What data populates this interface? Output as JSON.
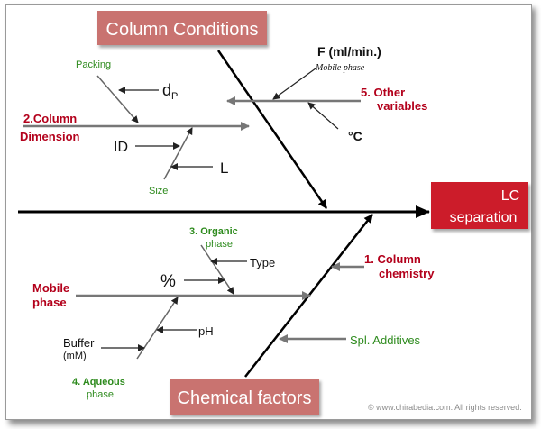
{
  "header": {
    "top_box": "Column Conditions",
    "bottom_box": "Chemical factors",
    "effect_line1": "LC",
    "effect_line2": "separation"
  },
  "causes": {
    "column_dimension_1": "2.Column",
    "column_dimension_2": "Dimension",
    "other_variables_1": "5. Other",
    "other_variables_2": "variables",
    "mobile_phase_1": "Mobile",
    "mobile_phase_2": "phase",
    "column_chemistry_1": "1. Column",
    "column_chemistry_2": "chemistry"
  },
  "sub_causes": {
    "packing": "Packing",
    "dp_main": "d",
    "dp_sub": "P",
    "id": "ID",
    "length": "L",
    "size": "Size",
    "flow_main": "F (ml/min.)",
    "flow_sub": "Mobile phase",
    "temperature": "°C",
    "organic_1": "3. Organic",
    "organic_2": "phase",
    "type": "Type",
    "percent": "%",
    "ph": "pH",
    "buffer_1": "Buffer",
    "buffer_2": "(mM)",
    "aqueous_1": "4. Aqueous",
    "aqueous_2": "phase",
    "additives": "Spl. Additives"
  },
  "footer": {
    "copyright": "© www.chirabedia.com. All rights reserved."
  },
  "colors": {
    "header_box": "#c9736f",
    "effect_box": "#cc1f2c",
    "cause_red": "#b3001b",
    "sub_green": "#2e8b1e",
    "arrow_gray": "#777777",
    "spine_black": "#000000"
  }
}
